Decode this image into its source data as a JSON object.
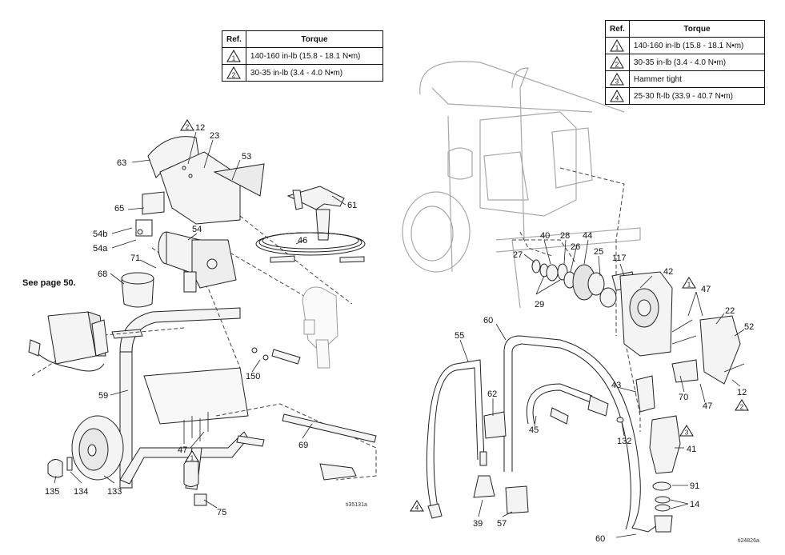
{
  "left_table": {
    "header_ref": "Ref.",
    "header_torque": "Torque",
    "rows": [
      {
        "ref": "1",
        "torque": "140-160 in-lb (15.8 - 18.1 N•m)"
      },
      {
        "ref": "2",
        "torque": "30-35 in-lb (3.4 - 4.0 N•m)"
      }
    ]
  },
  "right_table": {
    "header_ref": "Ref.",
    "header_torque": "Torque",
    "rows": [
      {
        "ref": "1",
        "torque": "140-160 in-lb (15.8 - 18.1 N•m)"
      },
      {
        "ref": "2",
        "torque": "30-35 in-lb (3.4 - 4.0 N•m)"
      },
      {
        "ref": "3",
        "torque": "Hammer tight"
      },
      {
        "ref": "4",
        "torque": "25-30 ft-lb (33.9 - 40.7 N•m)"
      }
    ]
  },
  "see_page": "See page 50.",
  "left_callouts": {
    "c12": "12",
    "c23": "23",
    "c53": "53",
    "c63": "63",
    "c61": "61",
    "c65": "65",
    "c46": "46",
    "c54b": "54b",
    "c54": "54",
    "c54a": "54a",
    "c71": "71",
    "c68": "68",
    "c150": "150",
    "c59": "59",
    "c69": "69",
    "c47": "47",
    "c135": "135",
    "c134": "134",
    "c133": "133",
    "c75": "75"
  },
  "left_markers": {
    "m12": "2",
    "m47": "1"
  },
  "right_callouts": {
    "c40": "40",
    "c28": "28",
    "c44": "44",
    "c27": "27",
    "c26": "26",
    "c25": "25",
    "c117": "117",
    "c42": "42",
    "c29": "29",
    "c47a": "47",
    "c22": "22",
    "c52": "52",
    "c60a": "60",
    "c55": "55",
    "c62": "62",
    "c43": "43",
    "c70": "70",
    "c47b": "47",
    "c12": "12",
    "c45": "45",
    "c132": "132",
    "c41": "41",
    "c91": "91",
    "c14": "14",
    "c39": "39",
    "c57": "57",
    "c60b": "60"
  },
  "right_markers": {
    "m47": "1",
    "m12": "2",
    "m41": "3",
    "m39": "4"
  },
  "figure_ids": {
    "left": "ti35131a",
    "right": "ti24826a"
  }
}
